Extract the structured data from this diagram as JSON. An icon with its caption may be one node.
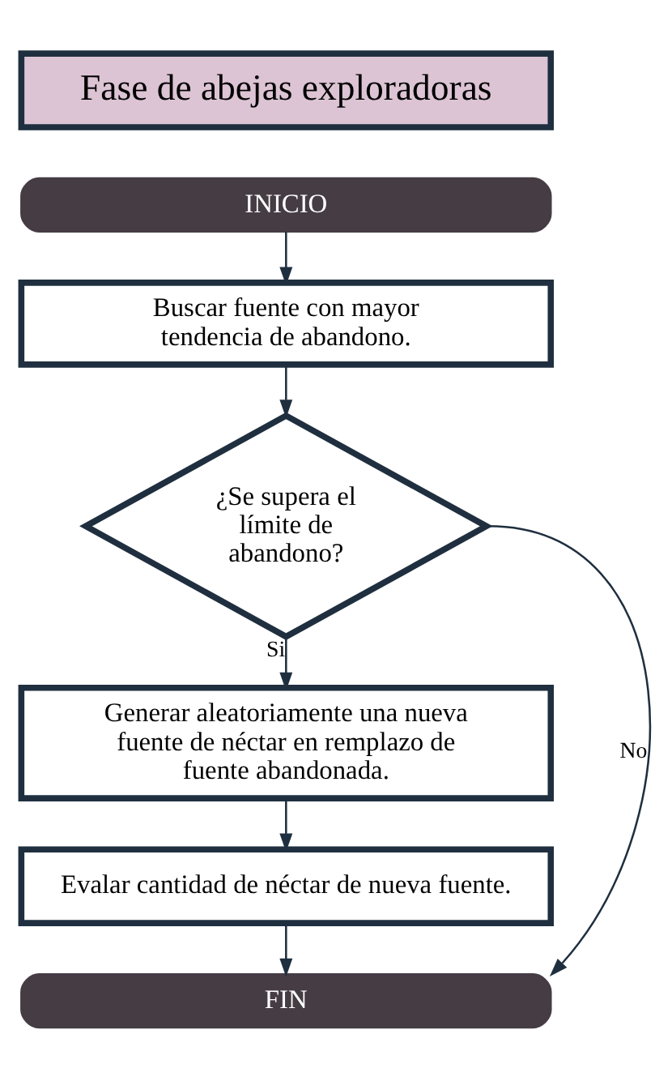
{
  "diagram": {
    "nodes": [
      {
        "text": [
          "Fase de abejas exploradoras"
        ]
      },
      {
        "text": [
          "INICIO"
        ]
      },
      {
        "text": [
          "Buscar fuente con mayor tendencia de abandono."
        ]
      },
      {
        "text": [
          "¿Se supera el límite de abandono?"
        ]
      },
      {
        "text": [
          "Generar aleatoriamente una nueva fuente de néctar en remplazo de fuente abandonada."
        ]
      },
      {
        "text": [
          "Evalar cantidad de néctar de nueva fuente."
        ]
      },
      {
        "text": [
          "FIN"
        ]
      }
    ],
    "edges": [
      {
        "from": 1,
        "to": 2,
        "arrow": "to"
      },
      {
        "from": 2,
        "to": 3,
        "arrow": "to"
      },
      {
        "from": 3,
        "to": 4,
        "label": "Si",
        "arrow": "to"
      },
      {
        "from": 4,
        "to": 5,
        "arrow": "to"
      },
      {
        "from": 5,
        "to": 6,
        "arrow": "to"
      },
      {
        "from": 3,
        "to": 6,
        "label": "No",
        "arrow": "to"
      }
    ]
  }
}
